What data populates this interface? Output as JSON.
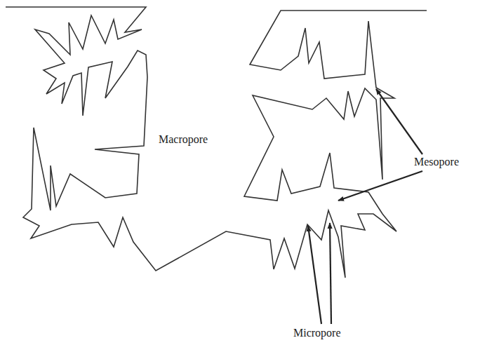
{
  "diagram": {
    "labels": [
      "Macropore",
      "Mesopore",
      "Micropore"
    ]
  }
}
